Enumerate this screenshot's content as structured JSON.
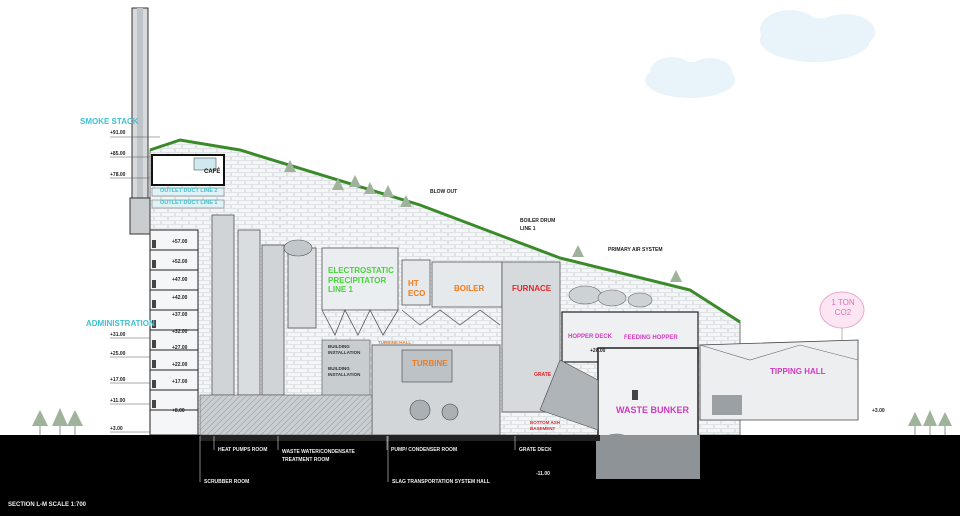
{
  "labels": {
    "smoke_stack": "SMOKE STACK",
    "administration": "ADMINISTRATION",
    "cafe": "CAFÉ",
    "outlet_duct_line_2": "OUTLET DUCT LINE 2",
    "outlet_duct_line_1": "OUTLET DUCT LINE 1",
    "blow_out": "BLOW OUT",
    "boiler_drum_line_1": "BOILER DRUM LINE 1",
    "primary_air_system": "PRIMARY AIR SYSTEM",
    "electrostatic_precipitator": "ELECTROSTATIC PRECIPITATOR LINE 1",
    "ht_eco": "HT ECO",
    "boiler": "BOILER",
    "furnace": "FURNACE",
    "turbine": "TURBINE",
    "turbine_hall": "TURBINE HALL",
    "hopper_deck": "HOPPER DECK",
    "feeding_hopper": "FEEDING HOPPER",
    "tipping_hall": "TIPPING HALL",
    "waste_bunker": "WASTE BUNKER",
    "grate": "GRATE",
    "bottom_ash_basement": "BOTTOM ASH BASEMENT",
    "building_installation_1": "BUILDING INSTALLATION",
    "building_installation_2": "BUILDING INSTALLATION",
    "co2_bubble": "1 TON CO2",
    "heat_pumps_room": "HEAT PUMPS ROOM",
    "waste_water_room": "WASTE WATER/CONDENSATE TREATMENT ROOM",
    "pump_condenser_room": "PUMP/ CONDENSER ROOM",
    "grate_deck": "GRATE DECK",
    "scrubber_room": "SCRUBBER ROOM",
    "slag_transportation_hall": "SLAG TRANSPORTATION SYSTEM HALL",
    "section_title": "SECTION L-M SCALE 1:700"
  },
  "elevations": {
    "e91": "+91.00",
    "e85": "+85.00",
    "e78": "+78.00",
    "e57": "+57.00",
    "e52": "+52.00",
    "e47": "+47.00",
    "e42": "+42.00",
    "e37": "+37.00",
    "e32": "+32.00",
    "e31": "+31.00",
    "e27": "+27.00",
    "e25": "+25.00",
    "e22": "+22.00",
    "e17": "+17.00",
    "e17b": "+17.00",
    "e11": "+11.00",
    "e8": "+8.00",
    "e3": "+3.00",
    "e3r": "+3.00",
    "e26": "+26.00",
    "em11": "-11.00"
  },
  "colors": {
    "cyan": "#3fc1cf",
    "green": "#49d33a",
    "orange": "#f07a1a",
    "magenta": "#d13bc0",
    "red": "#e4262a",
    "roof_green": "#3a8a2a",
    "ground": "#000000"
  }
}
